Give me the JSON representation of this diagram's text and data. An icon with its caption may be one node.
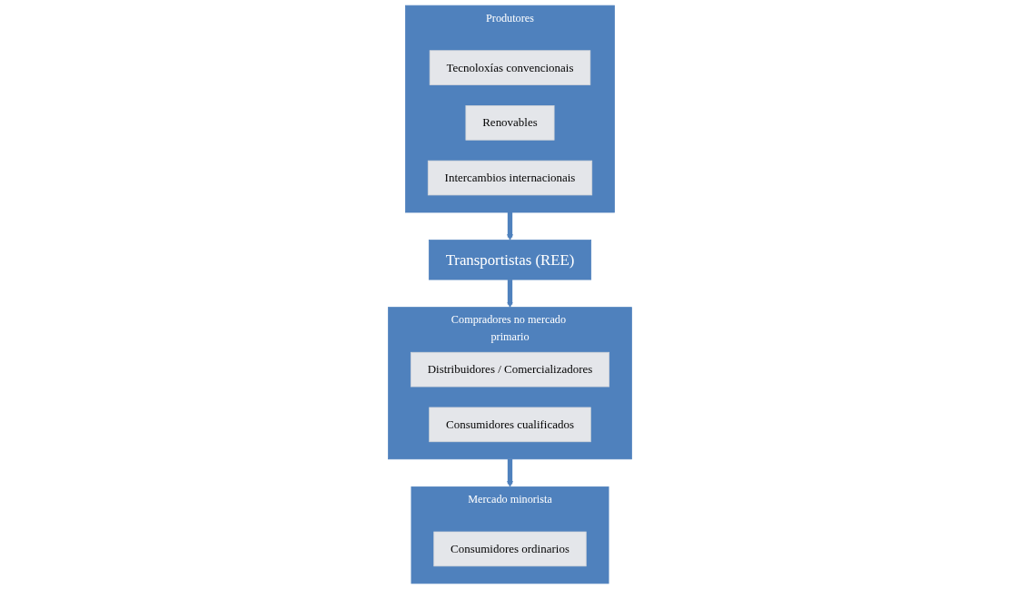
{
  "diagram": {
    "nodes": [
      {
        "text": [
          "Produtores"
        ]
      },
      {
        "text": [
          "Tecnoloxías convencionais"
        ],
        "in": 0
      },
      {
        "text": [
          "Renovables"
        ],
        "in": 0
      },
      {
        "text": [
          "Intercambios internacionais"
        ],
        "in": 0
      },
      {
        "text": [
          "Transportistas (REE)"
        ]
      },
      {
        "text": [
          "Compradores no mercado primario"
        ]
      },
      {
        "text": [
          "Distribuidores / Comercializadores"
        ],
        "in": 5
      },
      {
        "text": [
          "Consumidores cualificados"
        ],
        "in": 5
      },
      {
        "text": [
          "Mercado minorista"
        ]
      },
      {
        "text": [
          "Consumidores ordinarios"
        ],
        "in": 8
      }
    ],
    "edges": [
      {
        "from": 0,
        "to": 4,
        "arrow": "to"
      },
      {
        "from": 4,
        "to": 5,
        "arrow": "to"
      },
      {
        "from": 5,
        "to": 8,
        "arrow": "to"
      }
    ]
  }
}
